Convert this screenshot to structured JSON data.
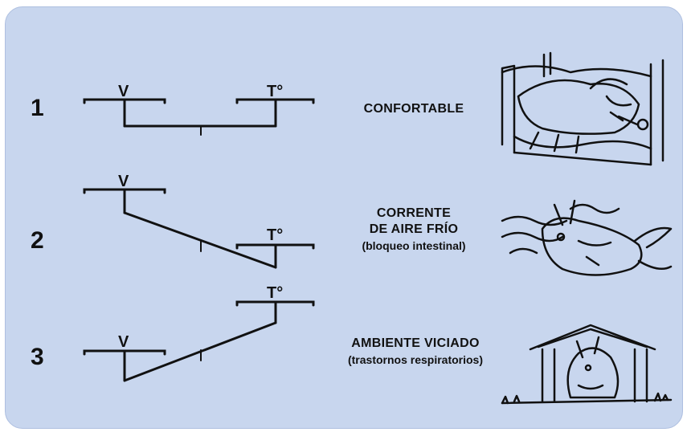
{
  "rows": [
    {
      "number": "1",
      "v_label": "V",
      "t_label": "T°",
      "lines": [
        "CONFORTABLE"
      ],
      "sub": ""
    },
    {
      "number": "2",
      "v_label": "V",
      "t_label": "T°",
      "lines": [
        "CORRENTE",
        "DE AIRE FRÍO"
      ],
      "sub": "(bloqueo intestinal)"
    },
    {
      "number": "3",
      "v_label": "V",
      "t_label": "T°",
      "lines": [
        "AMBIENTE VICIADO"
      ],
      "sub": "(trastornos respiratorios)"
    }
  ],
  "icons": [
    "rabbit-sleeping-bed-icon",
    "rabbit-cold-draft-icon",
    "rabbit-hutch-icon"
  ],
  "colors": {
    "panel": "#c8d6ee",
    "ink": "#111111"
  }
}
